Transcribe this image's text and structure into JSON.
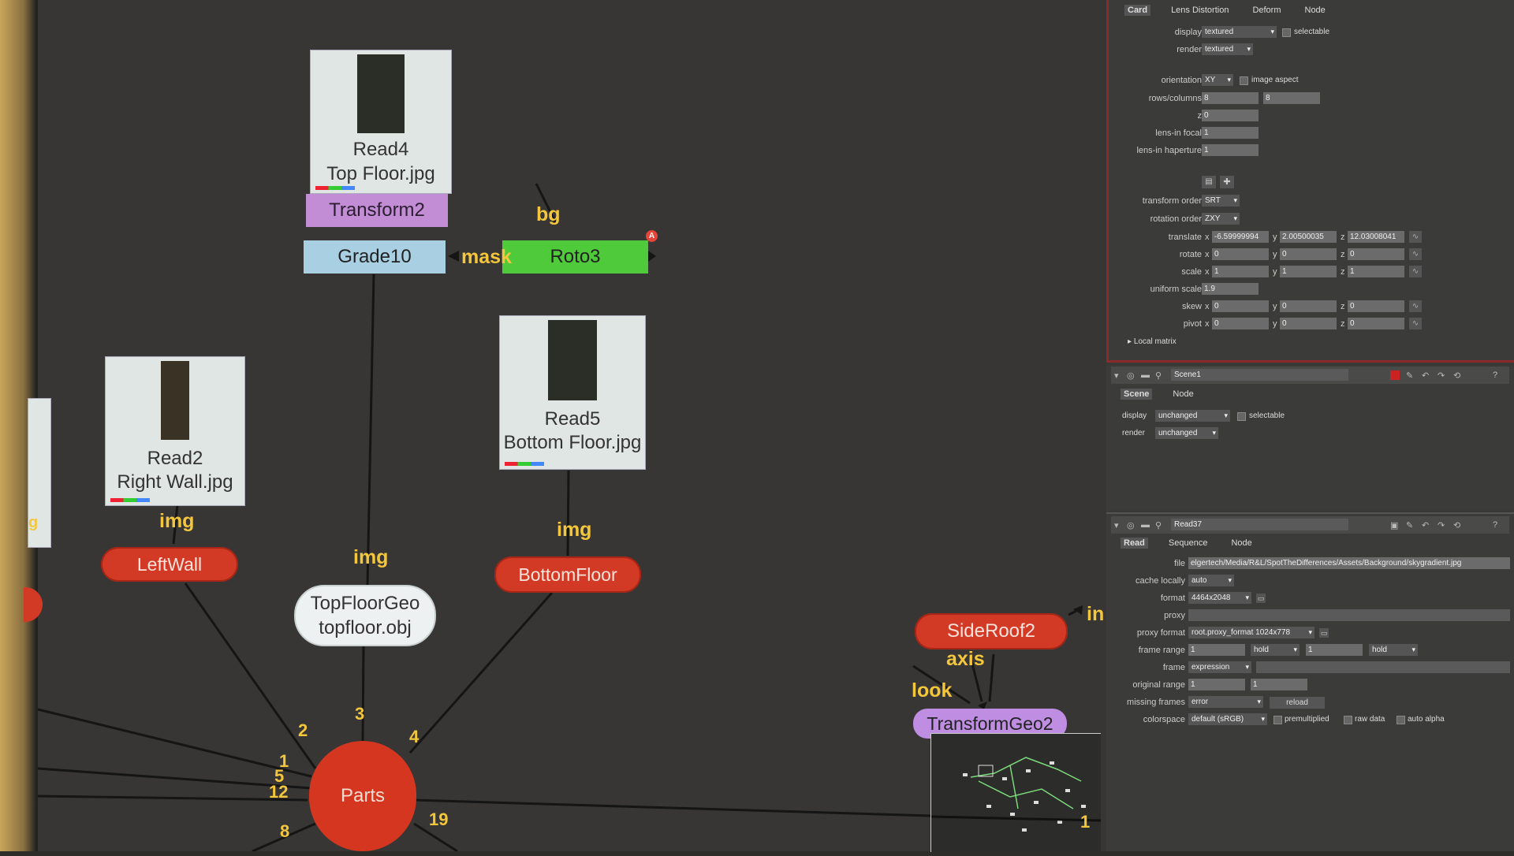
{
  "dag": {
    "read4": {
      "title": "Read4",
      "file": "Top Floor.jpg"
    },
    "transform2": "Transform2",
    "grade10": "Grade10",
    "roto3": "Roto3",
    "roto3_badge": "A",
    "read5": {
      "title": "Read5",
      "file": "Bottom Floor.jpg"
    },
    "read2": {
      "title": "Read2",
      "file": "Right Wall.jpg"
    },
    "leftwall": "LeftWall",
    "bottomfloor": "BottomFloor",
    "topfloorgeo": {
      "title": "TopFloorGeo",
      "file": "topfloor.obj"
    },
    "parts": "Parts",
    "sideroof2": "SideRoof2",
    "transformgeo2": "TransformGeo2",
    "edge_labels": {
      "bg": "bg",
      "mask": "mask",
      "img1": "img",
      "img2": "img",
      "img3": "img",
      "in": "in",
      "axis": "axis",
      "look": "look",
      "partial_g": "g"
    },
    "input_numbers": [
      "2",
      "3",
      "4",
      "1",
      "5",
      "12",
      "8",
      "19",
      "1"
    ]
  },
  "card_panel": {
    "tabs": [
      "Card",
      "Lens Distortion",
      "Deform",
      "Node"
    ],
    "display_label": "display",
    "display_value": "textured",
    "selectable": "selectable",
    "render_label": "render",
    "render_value": "textured",
    "orientation_label": "orientation",
    "orientation_value": "XY",
    "image_aspect": "image aspect",
    "rows_label": "rows/columns",
    "rows_value": "8",
    "cols_value": "8",
    "z_label": "z",
    "z_value": "0",
    "lensin_focal_label": "lens-in focal",
    "lensin_focal_value": "1",
    "lensin_haperture_label": "lens-in haperture",
    "lensin_haperture_value": "1",
    "transform_order_label": "transform order",
    "transform_order_value": "SRT",
    "rotation_order_label": "rotation order",
    "rotation_order_value": "ZXY",
    "translate_label": "translate",
    "translate_x": "-6.59999994",
    "translate_y": "2.00500035",
    "translate_z": "12.03008041",
    "rotate_label": "rotate",
    "rotate_x": "0",
    "rotate_y": "0",
    "rotate_z": "0",
    "scale_label": "scale",
    "scale_x": "1",
    "scale_y": "1",
    "scale_z": "1",
    "uniform_scale_label": "uniform scale",
    "uniform_scale_value": "1.9",
    "skew_label": "skew",
    "skew_x": "0",
    "skew_y": "0",
    "skew_z": "0",
    "pivot_label": "pivot",
    "pivot_x": "0",
    "pivot_y": "0",
    "pivot_z": "0",
    "local_matrix": "Local matrix",
    "axis_x": "x",
    "axis_y": "y",
    "axis_z": "z"
  },
  "scene_panel": {
    "name": "Scene1",
    "tabs": [
      "Scene",
      "Node"
    ],
    "display_label": "display",
    "display_value": "unchanged",
    "selectable": "selectable",
    "render_label": "render",
    "render_value": "unchanged"
  },
  "read_panel": {
    "name": "Read37",
    "tabs": [
      "Read",
      "Sequence",
      "Node"
    ],
    "file_label": "file",
    "file_value": "elgertech/Media/R&L/SpotTheDifferences/Assets/Background/skygradient.jpg",
    "cache_label": "cache locally",
    "cache_value": "auto",
    "format_label": "format",
    "format_value": "4464x2048",
    "proxy_label": "proxy",
    "proxy_value": "",
    "proxy_format_label": "proxy format",
    "proxy_format_value": "root.proxy_format 1024x778",
    "frame_range_label": "frame range",
    "frame_start": "1",
    "frame_start_mode": "hold",
    "frame_end": "1",
    "frame_end_mode": "hold",
    "frame_label": "frame",
    "frame_value": "expression",
    "original_range_label": "original range",
    "orig_start": "1",
    "orig_end": "1",
    "missing_label": "missing frames",
    "missing_value": "error",
    "reload": "reload",
    "colorspace_label": "colorspace",
    "colorspace_value": "default (sRGB)",
    "premultiplied": "premultiplied",
    "raw_data": "raw data",
    "auto_alpha": "auto alpha"
  }
}
